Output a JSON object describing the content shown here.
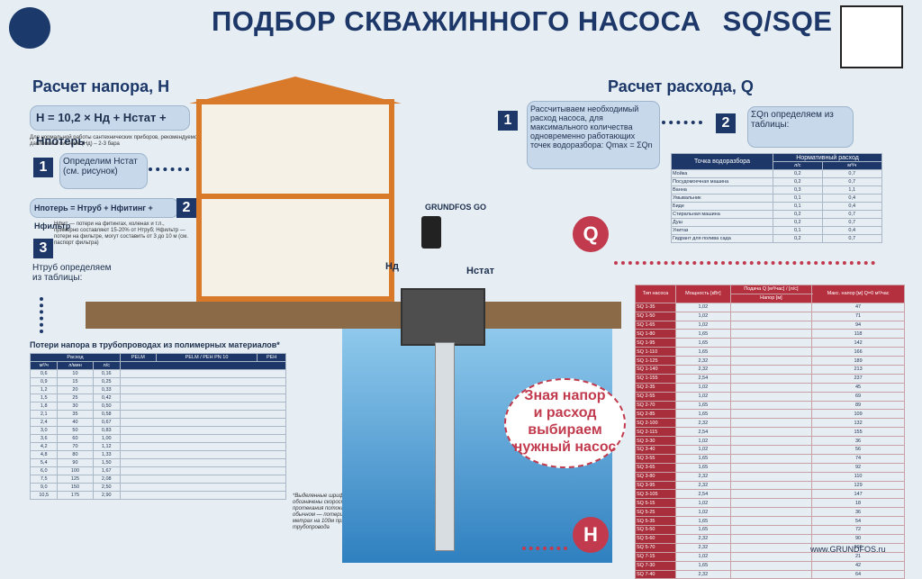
{
  "title": {
    "main": "ПОДБОР СКВАЖИННОГО НАСОСА",
    "model": "SQ/SQE"
  },
  "head_section": {
    "heading": "Расчет напора, H",
    "formula": "H = 10,2 × Hд + Hстат + Hпотерь",
    "note": "Для нормальной работы сантехнических приборов, рекомендуемое давление в системе (Hд) – 2-3 бара",
    "step1_text": "Определим Hстат (см. рисунок)",
    "formula2": "Hпотерь = Hтруб + Hфитинг + Hфильтр",
    "notes2": "Hфит — потери на фитингах, коленах и т.п., примерно составляют 15-20% от Hтруб; Hфильтр — потери на фильтре, могут составить от 3 до 10 м (см. паспорт фильтра)",
    "step3_text": "Hтруб определяем из таблицы:",
    "steps": [
      "1",
      "2",
      "3"
    ]
  },
  "flow_section": {
    "heading": "Расчет расхода, Q",
    "step1_text": "Рассчитываем необходимый расход насоса, для максимального количества одновременно работающих точек водоразбора: Qmax = ΣQn",
    "step2_text": "ΣQn определяем из таблицы:",
    "steps": [
      "1",
      "2"
    ]
  },
  "labels": {
    "go": "GRUNDFOS GO",
    "hd": "Hд",
    "hstat": "Hстат",
    "q": "Q",
    "h": "H",
    "pipe_title": "Потери напора в трубопроводах из полимерных материалов*",
    "footnote": "*Выделенные шрифтом обозначены скорости протекания потока в м/с, в обычном — потери напора в метрах на 100м прямого трубопровода",
    "website": "www.GRUNDFOS.ru"
  },
  "callout": {
    "line1": "Зная напор",
    "line2": "и расход",
    "line3": "выбираем",
    "line4": "нужный насос"
  },
  "norm_table": {
    "headers": [
      "Точка водоразбора",
      "Нормативный расход",
      "л/с",
      "м³/ч"
    ],
    "rows": [
      [
        "Мойка",
        "0,2",
        "0,7"
      ],
      [
        "Посудомоечная машина",
        "0,2",
        "0,7"
      ],
      [
        "Ванна",
        "0,3",
        "1,1"
      ],
      [
        "Умывальник",
        "0,1",
        "0,4"
      ],
      [
        "Биде",
        "0,1",
        "0,4"
      ],
      [
        "Стиральная машина",
        "0,2",
        "0,7"
      ],
      [
        "Душ",
        "0,2",
        "0,7"
      ],
      [
        "Унитаз",
        "0,1",
        "0,4"
      ],
      [
        "Гидрант для полива сада",
        "0,2",
        "0,7"
      ]
    ]
  },
  "pipe_table": {
    "headers": [
      "Расход",
      "PELM",
      "PELM / PEH PN 10",
      "PEH"
    ],
    "sub": [
      "м³/ч",
      "л/мин",
      "л/с"
    ],
    "rows": [
      [
        "0,6",
        "10",
        "0,16"
      ],
      [
        "0,9",
        "15",
        "0,25"
      ],
      [
        "1,2",
        "20",
        "0,33"
      ],
      [
        "1,5",
        "25",
        "0,42"
      ],
      [
        "1,8",
        "30",
        "0,50"
      ],
      [
        "2,1",
        "35",
        "0,58"
      ],
      [
        "2,4",
        "40",
        "0,67"
      ],
      [
        "3,0",
        "50",
        "0,83"
      ],
      [
        "3,6",
        "60",
        "1,00"
      ],
      [
        "4,2",
        "70",
        "1,12"
      ],
      [
        "4,8",
        "80",
        "1,33"
      ],
      [
        "5,4",
        "90",
        "1,50"
      ],
      [
        "6,0",
        "100",
        "1,67"
      ],
      [
        "7,5",
        "125",
        "2,08"
      ],
      [
        "9,0",
        "150",
        "2,50"
      ],
      [
        "10,5",
        "175",
        "2,90"
      ]
    ]
  },
  "flow_table": {
    "headers": [
      "Тип насоса",
      "Мощность [кВт]",
      "Подача Q [м³/час] / [л/с]",
      "Макс. напор [м] Q=0 м³/час"
    ],
    "head_label": "Напор [м]",
    "rows": [
      [
        "SQ 1-35",
        "1,02",
        "47"
      ],
      [
        "SQ 1-50",
        "1,02",
        "71"
      ],
      [
        "SQ 1-65",
        "1,02",
        "94"
      ],
      [
        "SQ 1-80",
        "1,65",
        "118"
      ],
      [
        "SQ 1-95",
        "1,65",
        "142"
      ],
      [
        "SQ 1-110",
        "1,65",
        "166"
      ],
      [
        "SQ 1-125",
        "2,32",
        "189"
      ],
      [
        "SQ 1-140",
        "2,32",
        "213"
      ],
      [
        "SQ 1-155",
        "2,54",
        "237"
      ],
      [
        "SQ 2-35",
        "1,02",
        "45"
      ],
      [
        "SQ 2-55",
        "1,02",
        "69"
      ],
      [
        "SQ 2-70",
        "1,65",
        "89"
      ],
      [
        "SQ 2-85",
        "1,65",
        "109"
      ],
      [
        "SQ 2-100",
        "2,32",
        "132"
      ],
      [
        "SQ 2-115",
        "2,54",
        "155"
      ],
      [
        "SQ 3-30",
        "1,02",
        "36"
      ],
      [
        "SQ 3-40",
        "1,02",
        "56"
      ],
      [
        "SQ 3-55",
        "1,65",
        "74"
      ],
      [
        "SQ 3-65",
        "1,65",
        "92"
      ],
      [
        "SQ 3-80",
        "2,32",
        "110"
      ],
      [
        "SQ 3-95",
        "2,32",
        "129"
      ],
      [
        "SQ 3-105",
        "2,54",
        "147"
      ],
      [
        "SQ 5-15",
        "1,02",
        "18"
      ],
      [
        "SQ 5-25",
        "1,02",
        "36"
      ],
      [
        "SQ 5-35",
        "1,65",
        "54"
      ],
      [
        "SQ 5-50",
        "1,65",
        "72"
      ],
      [
        "SQ 5-60",
        "2,32",
        "90"
      ],
      [
        "SQ 5-70",
        "2,32",
        "106"
      ],
      [
        "SQ 7-15",
        "1,02",
        "21"
      ],
      [
        "SQ 7-30",
        "1,65",
        "42"
      ],
      [
        "SQ 7-40",
        "2,32",
        "64"
      ]
    ]
  },
  "colors": {
    "navy": "#1c3768",
    "red": "#c23a4d",
    "water": "#6fb9e3"
  }
}
